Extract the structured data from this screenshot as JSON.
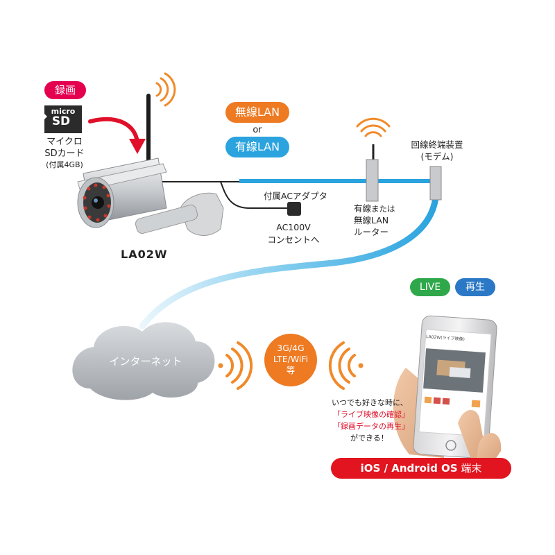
{
  "colors": {
    "record_badge": "#e5004f",
    "wireless_lan": "#ee7a22",
    "wired_lan": "#2aa3de",
    "live": "#2ea84a",
    "playback": "#2a78c6",
    "orange_circle": "#ee7a22",
    "signal_waves": "#f08a2a",
    "red_text": "#e0102a",
    "bottom_banner": "#e1141f",
    "cable": "#2aa3de",
    "cloud": "#bfc3c7"
  },
  "recording": {
    "badge": "録画",
    "sd_card_top": "micro",
    "sd_card_main": "SD",
    "caption_line1": "マイクロ",
    "caption_line2": "SDカード",
    "caption_line3": "(付属4GB)"
  },
  "camera": {
    "model": "LA02W"
  },
  "connection": {
    "wireless": "無線LAN",
    "or": "or",
    "wired": "有線LAN"
  },
  "adapter": {
    "label": "付属ACアダプタ",
    "outlet_line1": "AC100V",
    "outlet_line2": "コンセントへ"
  },
  "router": {
    "line1": "有線",
    "small": "または",
    "line2": "無線LAN",
    "line3": "ルーター"
  },
  "modem": {
    "line1": "回線終端装置",
    "line2": "(モデム)"
  },
  "internet": {
    "label": "インターネット"
  },
  "mobile_network": {
    "line1": "3G/4G",
    "line2": "LTE/WiFi",
    "line3": "等"
  },
  "modes": {
    "live": "LIVE",
    "playback": "再生"
  },
  "phone_message": {
    "line1": "いつでも好きな時に、",
    "line2": "「ライブ映像の確認」",
    "line3": "「録画データの再生」",
    "line4": "ができる！"
  },
  "phone_screen": {
    "title": "LA02W(ライブ映像)"
  },
  "device_banner": {
    "bold": "iOS / Android OS",
    "rest": "端末"
  }
}
